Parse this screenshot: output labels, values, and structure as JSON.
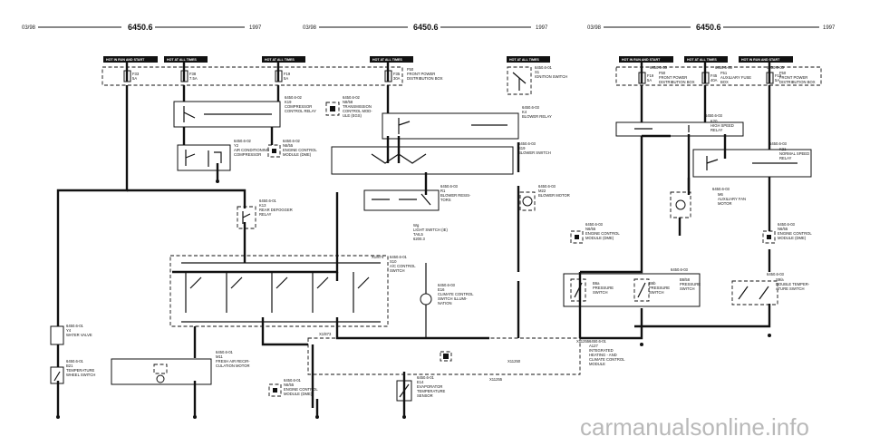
{
  "pages": [
    {
      "date": "03/98",
      "code": "6450.6",
      "year": "1997"
    },
    {
      "date": "03/98",
      "code": "6450.6",
      "year": "1997"
    },
    {
      "date": "03/98",
      "code": "6450.6",
      "year": "1997"
    }
  ],
  "power_tags": {
    "run_start_1": "HOT IN RUN AND START",
    "at_all_1": "HOT AT ALL TIMES",
    "at_all_2": "HOT AT ALL TIMES",
    "at_all_3": "HOT AT ALL TIMES",
    "at_all_4": "HOT AT ALL TIMES",
    "run_start_2": "HOT IN RUN AND START",
    "at_all_5": "HOT AT ALL TIMES",
    "run_start_3": "HOT IN RUN AND START"
  },
  "fuses": {
    "f33": [
      "F33",
      "5A"
    ],
    "f38": [
      "F38",
      "7.5A"
    ],
    "f19": [
      "F19",
      "5A"
    ],
    "f35": [
      "F35",
      "30A"
    ],
    "f19b": [
      "F19",
      "5A"
    ],
    "f45": [
      "F45",
      "40A"
    ],
    "f19c": [
      "F19",
      "5A"
    ]
  },
  "components": {
    "p50": [
      "F50",
      "FRONT POWER",
      "DISTRIBUTION BOX"
    ],
    "k19": [
      "6450.6-02",
      "K19",
      "COMPRESSOR",
      "CONTROL RELAY"
    ],
    "n8": [
      "6450.6-02",
      "N8/58",
      "TRANSMISSION",
      "CONTROL MOD-",
      "ULE (EGS)"
    ],
    "y2": [
      "6450.6-02",
      "Y2",
      "AIR CONDITIONING",
      "COMPRESSOR"
    ],
    "n6a": [
      "6450.6-02",
      "N6/55",
      "ENGINE CONTROL",
      "MODULE (DME)"
    ],
    "k13": [
      "6450.6-01",
      "K13",
      "REAR DEFOGGER",
      "RELAY"
    ],
    "s1": [
      "6450.6-01",
      "S1",
      "IGNITION SWITCH"
    ],
    "k4": [
      "6450.6-03",
      "K4",
      "BLOWER RELAY"
    ],
    "s19": [
      "6450.6-03",
      "S19",
      "BLOWER SWITCH"
    ],
    "r1": [
      "6450.6-03",
      "R1",
      "BLOWER RESIS-",
      "TORS"
    ],
    "m22": [
      "6450.6-03",
      "M22",
      "BLOWER MOTOR"
    ],
    "light": [
      "Wg",
      "LIGHT SWITCH (IE)",
      "TAIL5",
      "6200.3"
    ],
    "s10": [
      "6450.6-01",
      "S10",
      "A/C CONTROL",
      "SWITCH"
    ],
    "e16": [
      "6450.6-03",
      "E16",
      "CLIMATE CONTROL",
      "SWITCH ILLUMI-",
      "NATION"
    ],
    "y4": [
      "6450.6-01",
      "Y4",
      "WATER VALVE"
    ],
    "b21": [
      "6450.6-01",
      "B21",
      "TEMPERATURE",
      "WHEEL SWITCH"
    ],
    "m11": [
      "6450.6-01",
      "M11",
      "FRESH AIR RECIR-",
      "CULATION MOTOR"
    ],
    "n6b": [
      "6450.6-01",
      "N6/55",
      "ENGINE CONTROL",
      "MODULE (DME)"
    ],
    "e14": [
      "6450.6-01",
      "E14",
      "EVAPORATOR",
      "TEMPERATURE",
      "SENSOR"
    ],
    "a27": [
      "6450.6-01",
      "A127",
      "INTEGRATED",
      "HEATING - AND",
      "CLIMATE CONTROL",
      "MODULE"
    ],
    "f50b": [
      "6450.6-03",
      "F50",
      "FRONT POWER",
      "DISTRIBUTION BOX"
    ],
    "f51": [
      "6450.6-03",
      "F51",
      "AUXILIARY FUSE",
      "BOX"
    ],
    "f50c": [
      "6450.6-03",
      "F50",
      "FRONT POWER",
      "DISTRIBUTION BOX"
    ],
    "k20": [
      "6450.6-03",
      "K20",
      "HIGH SPEED",
      "RELAY"
    ],
    "k21": [
      "6450.6-03",
      "K21",
      "NORMAL SPEED",
      "RELAY"
    ],
    "m6": [
      "6450.6-03",
      "M6",
      "AUXILIARY FAN",
      "MOTOR"
    ],
    "n6c": [
      "6450.6-03",
      "N6/55",
      "ENGINE CONTROL",
      "MODULE (DME)"
    ],
    "n6d": [
      "6450.6-03",
      "N6/55",
      "ENGINE CONTROL",
      "MODULE (DME)"
    ],
    "b6a": [
      "B6a",
      "PRESSURE",
      "SWITCH"
    ],
    "b6b": [
      "B6b",
      "PRESSURE",
      "SWITCH"
    ],
    "b6c": [
      "6450.6-03",
      "B6/58",
      "PRESSURE",
      "SWITCH"
    ],
    "s9": [
      "6450.6-03",
      "S9/a",
      "DOUBLE TEMPER-",
      "ATURE SWITCH"
    ]
  },
  "connectors": {
    "x1": "X1/874",
    "x2": "X1/873",
    "x3": "X11255",
    "x4": "X11255",
    "x5": "X11250"
  },
  "watermark": "carmanualsonline.info"
}
